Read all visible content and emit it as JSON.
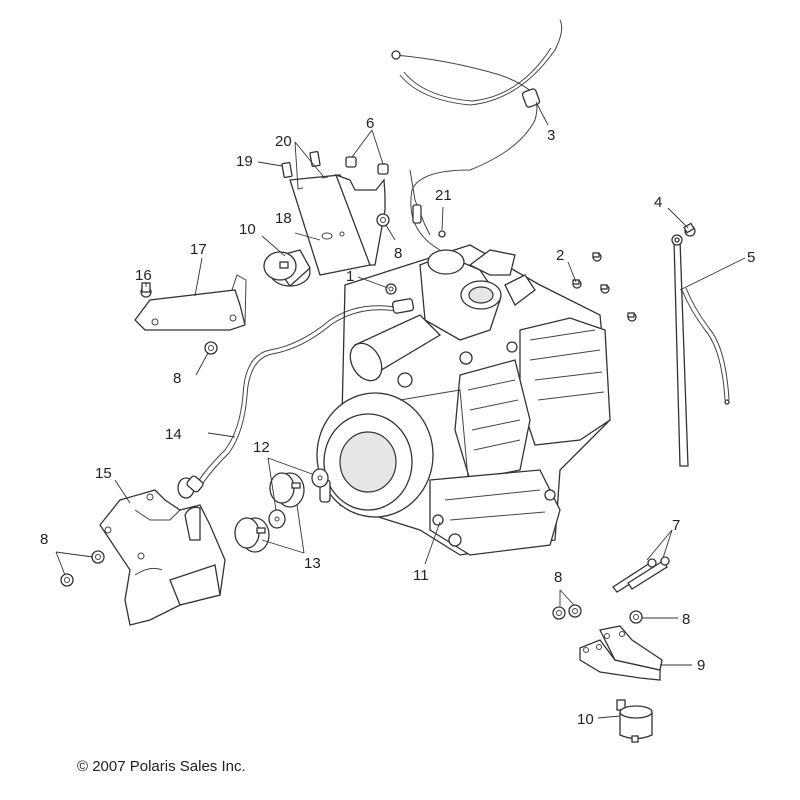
{
  "diagram": {
    "title": "Engine Mounting Exploded View",
    "copyright": "© 2007 Polaris Sales Inc.",
    "callouts": [
      {
        "id": "c1",
        "label": "1"
      },
      {
        "id": "c2",
        "label": "2"
      },
      {
        "id": "c3",
        "label": "3"
      },
      {
        "id": "c4",
        "label": "4"
      },
      {
        "id": "c5",
        "label": "5"
      },
      {
        "id": "c6",
        "label": "6"
      },
      {
        "id": "c7",
        "label": "7"
      },
      {
        "id": "c8a",
        "label": "8"
      },
      {
        "id": "c8b",
        "label": "8"
      },
      {
        "id": "c8c",
        "label": "8"
      },
      {
        "id": "c8d",
        "label": "8"
      },
      {
        "id": "c8e",
        "label": "8"
      },
      {
        "id": "c9",
        "label": "9"
      },
      {
        "id": "c10a",
        "label": "10"
      },
      {
        "id": "c10b",
        "label": "10"
      },
      {
        "id": "c11",
        "label": "11"
      },
      {
        "id": "c12",
        "label": "12"
      },
      {
        "id": "c13",
        "label": "13"
      },
      {
        "id": "c14",
        "label": "14"
      },
      {
        "id": "c15",
        "label": "15"
      },
      {
        "id": "c16",
        "label": "16"
      },
      {
        "id": "c17",
        "label": "17"
      },
      {
        "id": "c18",
        "label": "18"
      },
      {
        "id": "c19",
        "label": "19"
      },
      {
        "id": "c20",
        "label": "20"
      },
      {
        "id": "c21",
        "label": "21"
      }
    ]
  }
}
